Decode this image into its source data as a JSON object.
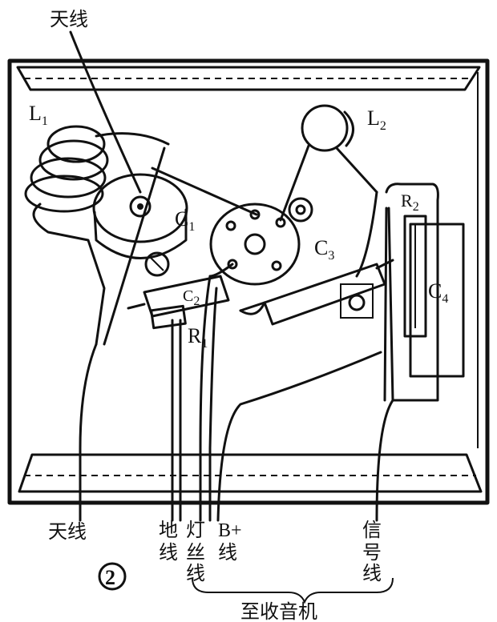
{
  "labels": {
    "antenna_top": "天线",
    "antenna_bottom": "天线",
    "ground": "地线",
    "filament": "灯丝线",
    "b_plus": "B+线",
    "signal": "信号线",
    "to_radio": "至收音机",
    "figure_number": "2"
  },
  "components": {
    "L1": {
      "main": "L",
      "sub": "1"
    },
    "L2": {
      "main": "L",
      "sub": "2"
    },
    "C1": {
      "main": "C",
      "sub": "1"
    },
    "C2": {
      "main": "C",
      "sub": "2"
    },
    "C3": {
      "main": "C",
      "sub": "3"
    },
    "C4": {
      "main": "C",
      "sub": "4"
    },
    "R1": {
      "main": "R",
      "sub": "1"
    },
    "R2": {
      "main": "R",
      "sub": "2"
    }
  },
  "ground_label_chars": [
    "地",
    "线"
  ],
  "filament_label_chars": [
    "灯",
    "丝",
    "线"
  ],
  "bplus_label_chars": [
    "B+",
    "线"
  ],
  "signal_label_chars": [
    "信",
    "号",
    "线"
  ]
}
